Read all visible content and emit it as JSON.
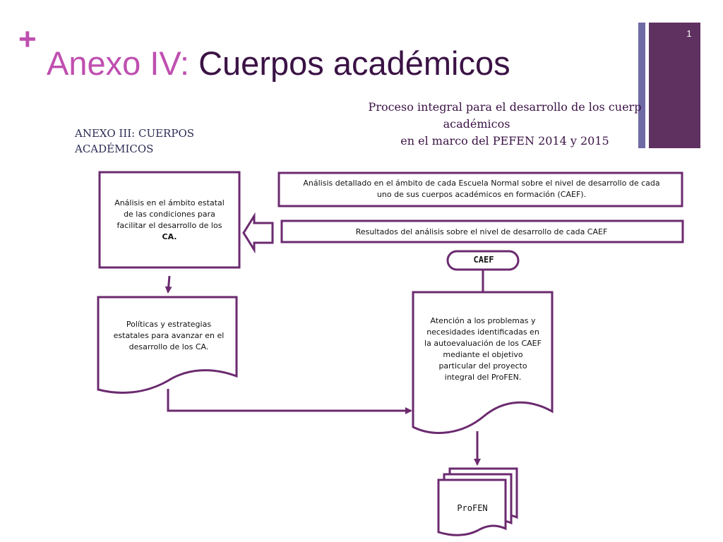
{
  "slide": {
    "plus": "+",
    "title_part1": "Anexo IV:",
    "title_part2": " Cuerpos académicos",
    "page_number": "1"
  },
  "subtitle": {
    "line1": "Proceso integral para el desarrollo de los cuerp",
    "line2": "académicos",
    "line3": "en el marco del PEFEN 2014 y 2015"
  },
  "anexo_iii": "ANEXO III: CUERPOS ACADÉMICOS",
  "boxes": {
    "analisis_estatal": [
      "Análisis en el ámbito estatal",
      "de las condiciones para",
      "facilitar el desarrollo de los",
      "CA."
    ],
    "analisis_detallado": [
      "Análisis detallado en el ámbito de cada Escuela Normal sobre el nivel de desarrollo de cada",
      "uno de sus cuerpos académicos en formación (CAEF)."
    ],
    "resultados": "Resultados del análisis sobre el nivel de desarrollo de cada CAEF",
    "politicas": [
      "Políticas y estrategias",
      "estatales para avanzar en el",
      "desarrollo de los CA."
    ],
    "atencion": [
      "Atención a los problemas y",
      "necesidades identificadas en",
      "la autoevaluación de los CAEF",
      "mediante el objetivo",
      "particular del proyecto",
      "integral del ProFEN."
    ]
  },
  "terminator": "CAEF",
  "multidoc": "ProFEN",
  "colors": {
    "accent_pink": "#bf4fb0",
    "dark_purple": "#3b1245",
    "box_border": "#6b2a6f",
    "bar_thin": "#6f6aa6",
    "bar_wide": "#5e3160"
  }
}
